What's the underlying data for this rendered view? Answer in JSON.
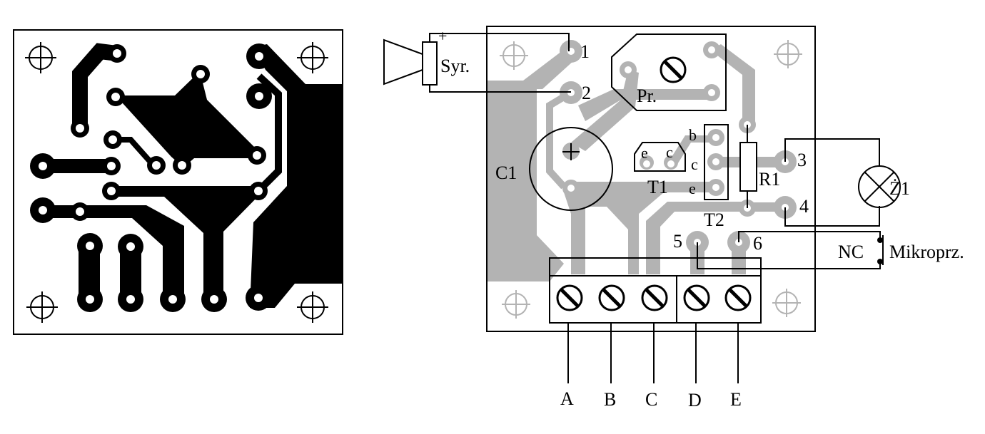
{
  "colors": {
    "copper": "#000000",
    "copper_ghost": "#b3b3b3",
    "outline": "#000000",
    "background": "#ffffff"
  },
  "copper_side": {
    "name": "pcb-copper-layer"
  },
  "component_side": {
    "components": {
      "buzzer": {
        "label": "Syr.",
        "polarity": "+"
      },
      "potentiometer": {
        "label": "Pr."
      },
      "capacitor": {
        "label": "C1",
        "polarity": "+"
      },
      "transistor1": {
        "label": "T1",
        "pin_e": "e",
        "pin_c": "c"
      },
      "transistor2": {
        "label": "T2",
        "pin_b": "b",
        "pin_c": "c",
        "pin_e": "e"
      },
      "resistor": {
        "label": "R1"
      },
      "lamp": {
        "label": "Ż1"
      },
      "microswitch": {
        "label": "Mikroprz.",
        "type": "NC"
      }
    },
    "pads": [
      "1",
      "2",
      "3",
      "4",
      "5",
      "6"
    ],
    "terminals": [
      "A",
      "B",
      "C",
      "D",
      "E"
    ]
  }
}
